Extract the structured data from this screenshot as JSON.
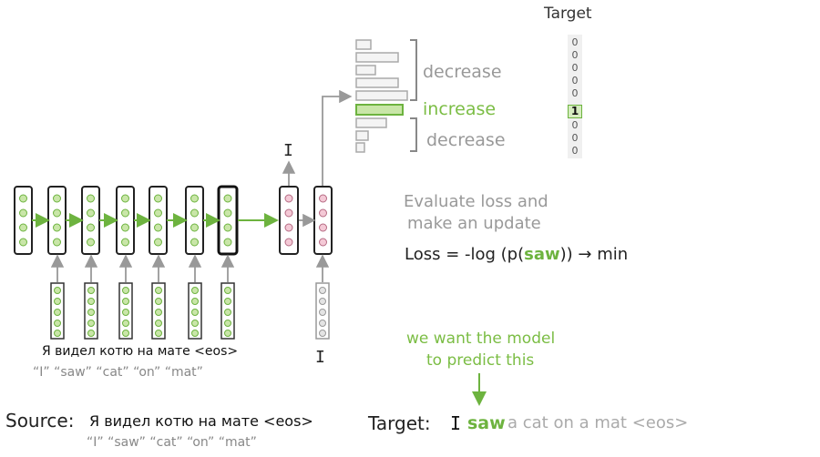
{
  "target_header": "Target",
  "onehot": [
    "0",
    "0",
    "0",
    "0",
    "0",
    "1",
    "0",
    "0",
    "0"
  ],
  "labels": {
    "decrease_top": "decrease",
    "increase": "increase",
    "decrease_bottom": "decrease"
  },
  "evaluate": {
    "line1": "Evaluate loss and",
    "line2": "make an update"
  },
  "loss": {
    "prefix": "Loss = -log (p(",
    "word": "saw",
    "suffix": ")) → min"
  },
  "want": {
    "line1": "we want the model",
    "line2": "to predict this"
  },
  "encoder": {
    "source": "Я видел котю на мате <eos>",
    "translation": "“I” “saw” “cat” “on” “mat”"
  },
  "decoder": {
    "output_token": "I",
    "input_token": "I"
  },
  "source": {
    "label": "Source:",
    "text": "Я видел котю на мате <eos>",
    "translation": "“I” “saw” “cat” “on” “mat”"
  },
  "target": {
    "label": "Target:",
    "first": "I",
    "current": "saw",
    "rest": "a cat on a mat <eos>"
  },
  "colors": {
    "green": "#6db33f",
    "green_fill": "#c9e6a8",
    "pink_fill": "#f4c9d6",
    "gray": "#999999"
  }
}
